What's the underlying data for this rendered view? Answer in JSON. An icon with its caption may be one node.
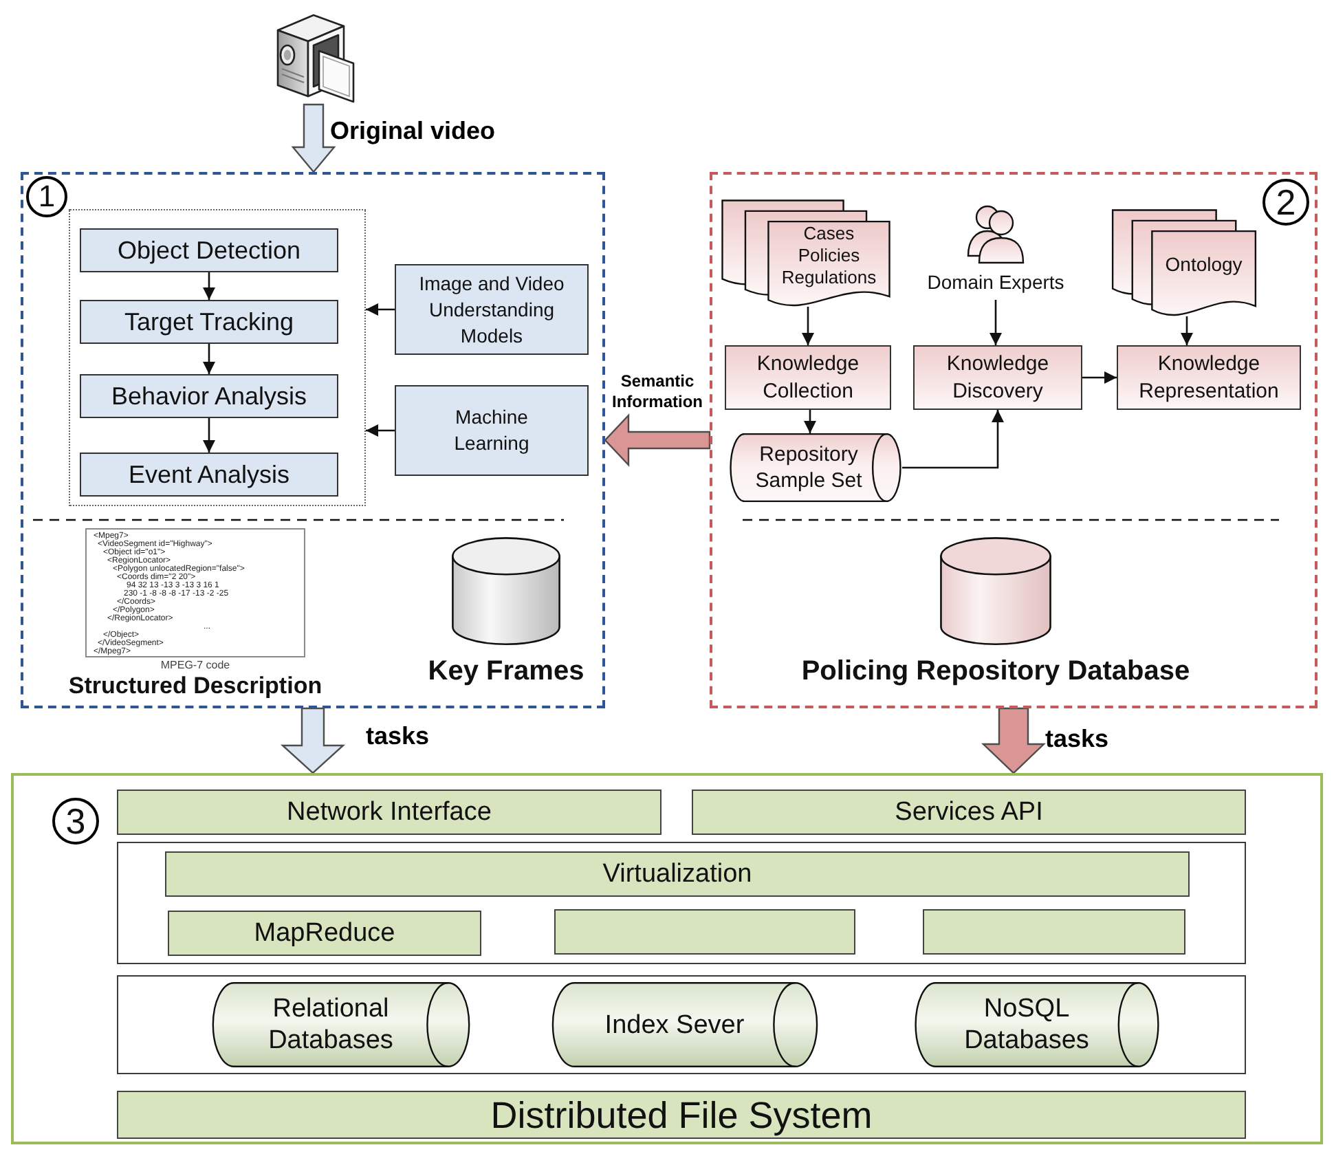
{
  "diagram": {
    "nodes": [
      {
        "text": [],
        "shape": "picture"
      },
      {
        "text": [
          "1"
        ]
      },
      {
        "text": [],
        "shape": "box",
        "in": 1
      },
      {
        "text": [
          "Object Detection"
        ],
        "in": 2
      },
      {
        "text": [
          "Target Tracking"
        ],
        "in": 2
      },
      {
        "text": [
          "Behavior Analysis"
        ],
        "in": 2
      },
      {
        "text": [
          "Event Analysis"
        ],
        "in": 2
      },
      {
        "text": [
          "Image and Video Understanding Models"
        ],
        "in": 1
      },
      {
        "text": [
          "Machine Learning"
        ],
        "in": 1
      },
      {
        "text": [
          "<Mpeg7>",
          "<VideoSegment id=\"Highway\">",
          "<Object id=\"o1\">",
          "<RegionLocator>",
          "<Polygon unlocatedRegion=\"false\">",
          "<Coords dim=\"2 20\">",
          "94 32 13 -13 3 -13 3 16 1",
          "230 -1 -8 -8 -8 -17 -13 -2 -25",
          "</Coords>",
          "</Polygon>",
          "</RegionLocator>",
          "...",
          "</Object>",
          "</VideoSegment>",
          "</Mpeg7>"
        ],
        "beside": [
          "MPEG-7 code",
          "Structured Description"
        ],
        "in": 1
      },
      {
        "text": [],
        "shape": "cylinder",
        "beside": [
          "Key Frames"
        ],
        "in": 1
      },
      {
        "text": [
          "2"
        ]
      },
      {
        "text": [
          "Cases",
          "Policies",
          "Regulations"
        ],
        "in": 11
      },
      {
        "text": [],
        "shape": "person",
        "beside": [
          "Domain Experts"
        ],
        "in": 11
      },
      {
        "text": [
          "Ontology"
        ],
        "in": 11
      },
      {
        "text": [
          "Knowledge Collection"
        ],
        "in": 11
      },
      {
        "text": [
          "Knowledge Discovery"
        ],
        "in": 11
      },
      {
        "text": [
          "Knowledge Representation"
        ],
        "in": 11
      },
      {
        "text": [
          "Repository Sample Set"
        ],
        "in": 11
      },
      {
        "text": [],
        "shape": "cylinder",
        "beside": [
          "Policing Repository Database"
        ],
        "in": 11
      },
      {
        "text": [
          "3"
        ]
      },
      {
        "text": [
          "Network Interface"
        ],
        "in": 20
      },
      {
        "text": [
          "Services API"
        ],
        "in": 20
      },
      {
        "text": [],
        "shape": "box",
        "in": 20
      },
      {
        "text": [
          "Virtualization"
        ],
        "in": 23
      },
      {
        "text": [
          "MapReduce"
        ],
        "in": 23
      },
      {
        "text": [],
        "shape": "bar",
        "in": 23
      },
      {
        "text": [],
        "shape": "bar",
        "in": 23
      },
      {
        "text": [],
        "shape": "box",
        "in": 20
      },
      {
        "text": [
          "Relational Databases"
        ],
        "in": 28
      },
      {
        "text": [
          "Index Sever"
        ],
        "in": 28
      },
      {
        "text": [
          "NoSQL Databases"
        ],
        "in": 28
      },
      {
        "text": [
          "Distributed File System"
        ],
        "in": 20
      }
    ],
    "edges": [
      {
        "from": 0,
        "to": 1,
        "arrow": "to",
        "label": "Original video",
        "style": "thick",
        "color": "#dce6f2"
      },
      {
        "from": 3,
        "to": 4,
        "arrow": "to"
      },
      {
        "from": 4,
        "to": 5,
        "arrow": "to"
      },
      {
        "from": 5,
        "to": 6,
        "arrow": "to"
      },
      {
        "from": 7,
        "to": 2,
        "arrow": "to"
      },
      {
        "from": 8,
        "to": 2,
        "arrow": "to"
      },
      {
        "from": 11,
        "to": 1,
        "arrow": "to",
        "label": "Semantic Information",
        "style": "thick",
        "color": "#d99694"
      },
      {
        "from": 12,
        "to": 15,
        "arrow": "to"
      },
      {
        "from": 13,
        "to": 16,
        "arrow": "to"
      },
      {
        "from": 14,
        "to": 17,
        "arrow": "to"
      },
      {
        "from": 16,
        "to": 17,
        "arrow": "to"
      },
      {
        "from": 15,
        "to": 18,
        "arrow": "to"
      },
      {
        "from": 18,
        "to": 16,
        "arrow": "to"
      },
      {
        "from": 1,
        "to": 20,
        "arrow": "to",
        "label": "tasks",
        "style": "thick",
        "color": "#dce6f2"
      },
      {
        "from": 11,
        "to": 20,
        "arrow": "to",
        "label": "tasks",
        "style": "thick",
        "color": "#d99694"
      }
    ]
  }
}
